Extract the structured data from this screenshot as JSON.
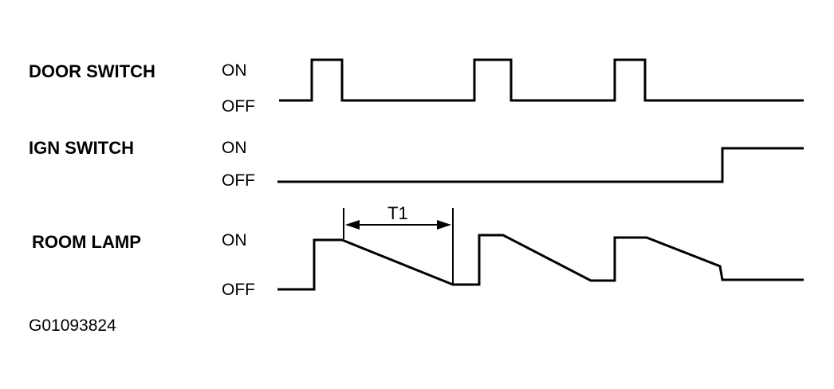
{
  "diagram": {
    "signals": [
      {
        "name": "DOOR SWITCH",
        "on_label": "ON",
        "off_label": "OFF"
      },
      {
        "name": "IGN SWITCH",
        "on_label": "ON",
        "off_label": "OFF"
      },
      {
        "name": "ROOM LAMP",
        "on_label": "ON",
        "off_label": "OFF"
      }
    ],
    "interval_label": "T1",
    "figure_id": "G01093824"
  }
}
